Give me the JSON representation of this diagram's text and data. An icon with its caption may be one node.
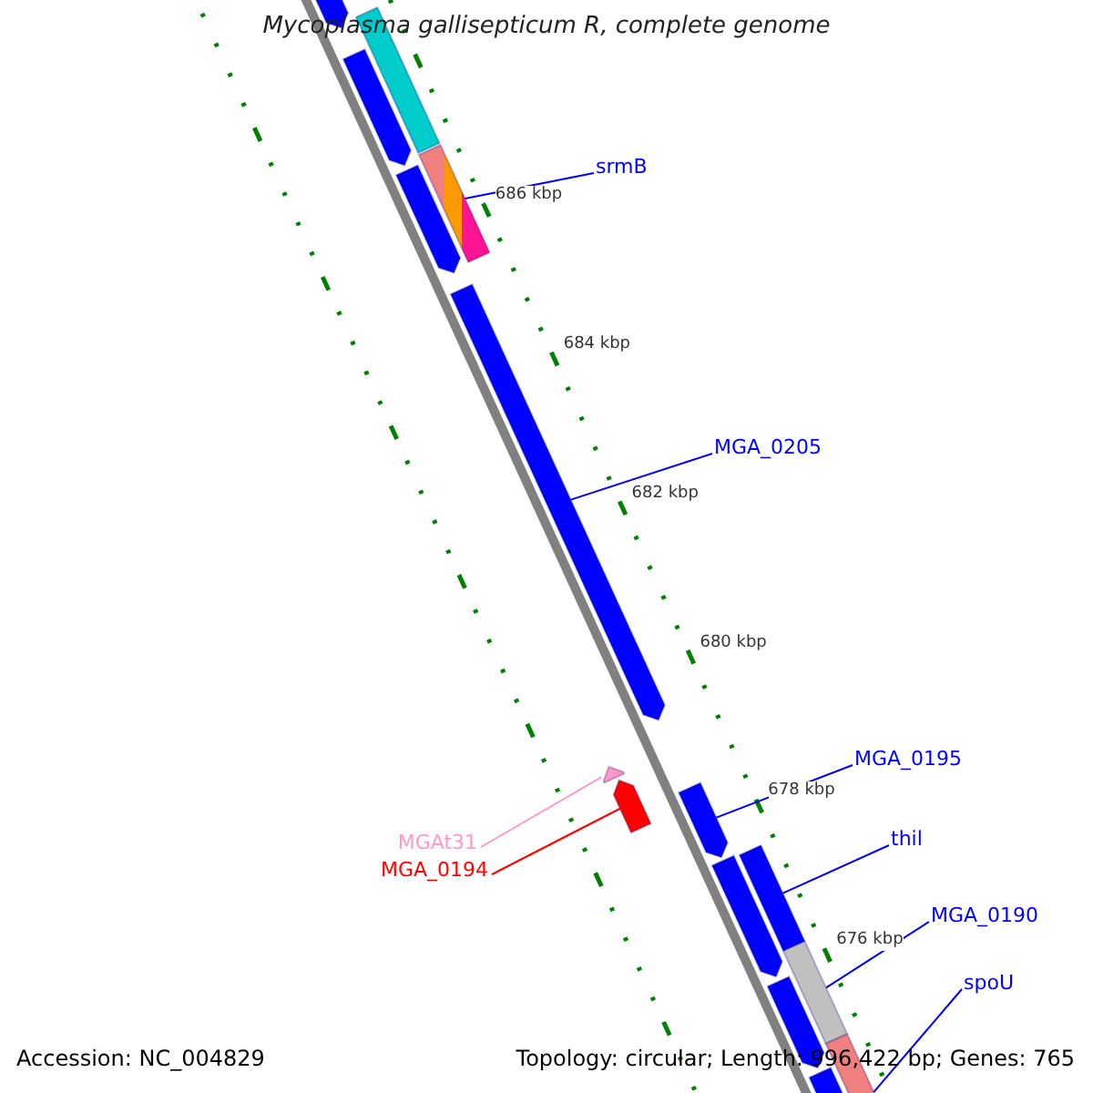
{
  "diagram": {
    "title": "Mycoplasma gallisepticum R, complete genome",
    "nodes": [
      {
        "text": [
          "srmB"
        ]
      },
      {
        "text": [
          "MGA_0205"
        ]
      },
      {
        "text": [
          "MGA_0195"
        ]
      },
      {
        "text": [
          "thil"
        ]
      },
      {
        "text": [
          "MGAt31"
        ]
      },
      {
        "text": [
          "MGA_0194"
        ]
      },
      {
        "text": [
          "MGA_0190"
        ]
      },
      {
        "text": [
          "spoU"
        ]
      },
      {
        "text": [],
        "shape": "bar"
      },
      {
        "text": [],
        "shape": "bar"
      },
      {
        "text": [],
        "shape": "bar"
      },
      {
        "text": [],
        "shape": "bar"
      },
      {
        "text": [],
        "shape": "bar"
      },
      {
        "text": [],
        "shape": "bar"
      },
      {
        "text": [],
        "shape": "bar"
      },
      {
        "text": [],
        "shape": "bar"
      },
      {
        "text": [],
        "shape": "bar"
      },
      {
        "text": [],
        "shape": "bar"
      },
      {
        "text": [],
        "shape": "bar"
      },
      {
        "text": [],
        "shape": "bar"
      },
      {
        "text": [],
        "shape": "bar"
      },
      {
        "text": [],
        "shape": "bar"
      },
      {
        "text": [],
        "shape": "bar"
      }
    ],
    "edges": [
      {
        "from": 0,
        "to": 11,
        "arrow": "none"
      },
      {
        "from": 1,
        "to": 13,
        "arrow": "none"
      },
      {
        "from": 2,
        "to": 16,
        "arrow": "none"
      },
      {
        "from": 3,
        "to": 17,
        "arrow": "none"
      },
      {
        "from": 4,
        "to": 14,
        "arrow": "none",
        "color": "#ff99cc"
      },
      {
        "from": 5,
        "to": 15,
        "arrow": "none",
        "color": "#ff0000"
      },
      {
        "from": 6,
        "to": 19,
        "arrow": "none"
      },
      {
        "from": 7,
        "to": 21,
        "arrow": "none"
      }
    ],
    "labels": [
      "686 kbp",
      "684 kbp",
      "682 kbp",
      "680 kbp",
      "678 kbp",
      "676 kbp",
      "Accession: NC_004829",
      "Topology: circular; Length: 996,422 bp; Genes: 765"
    ]
  }
}
